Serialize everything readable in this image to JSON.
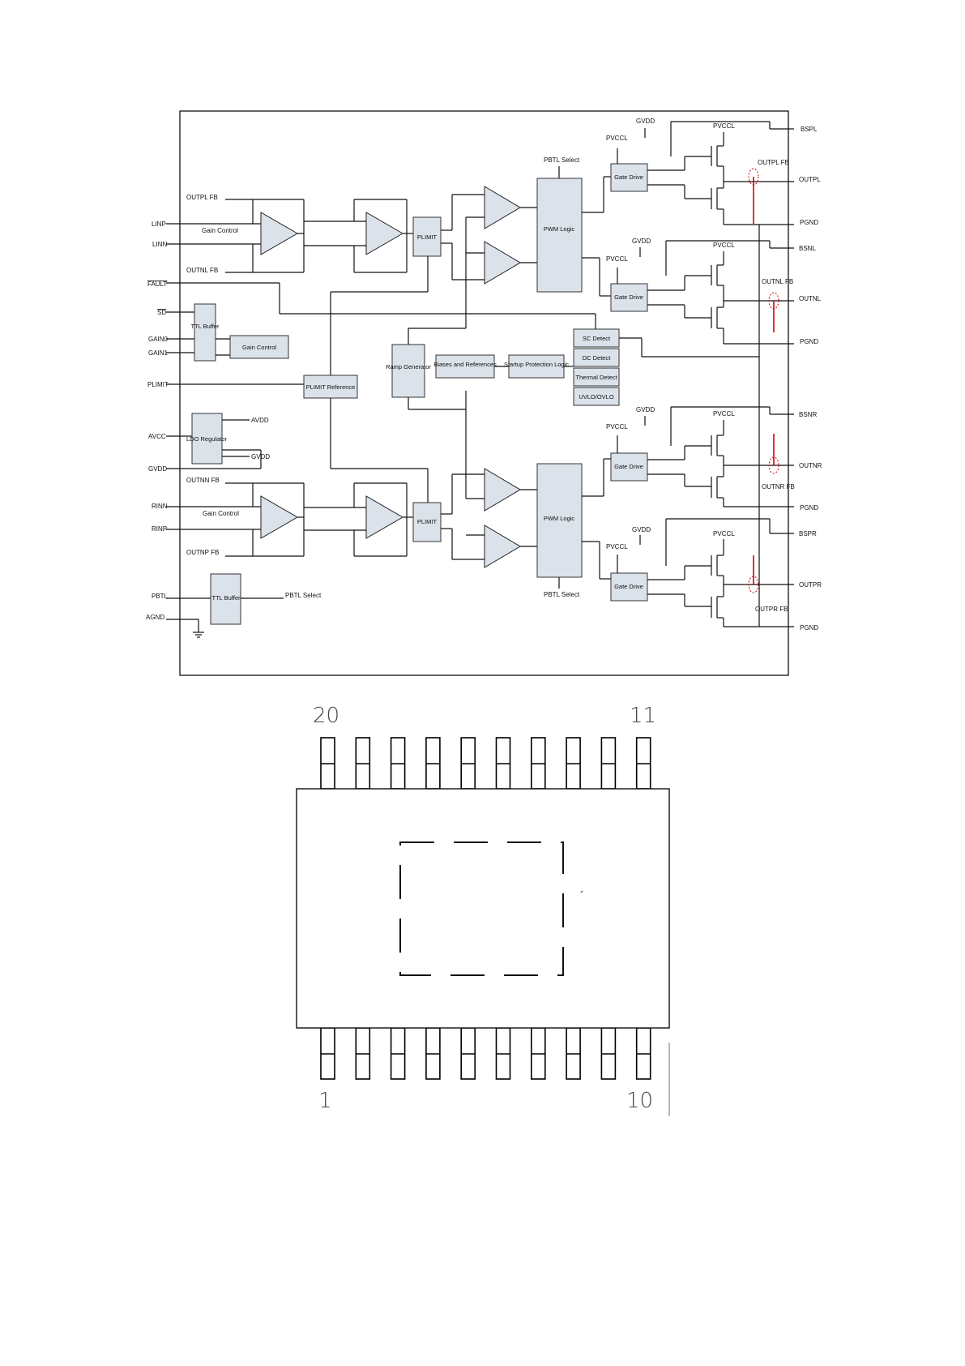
{
  "block_diagram": {
    "left_pins": [
      "OUTPL FB",
      "LINP",
      "Gain Control",
      "LINN",
      "OUTNL FB",
      "FAULT",
      "SD",
      "GAIN0",
      "GAIN1",
      "PLIMIT",
      "AVCC",
      "GVDD",
      "OUTNN FB",
      "RINN",
      "Gain Control",
      "RINP",
      "OUTNP FB",
      "PBTL",
      "AGND"
    ],
    "right_pins": [
      "BSPL",
      "OUTPL",
      "PGND",
      "BSNL",
      "OUTNL",
      "PGND",
      "BSNR",
      "OUTNR",
      "PGND",
      "BSPR",
      "OUTPR",
      "PGND"
    ],
    "blocks": {
      "ttl_buffer_1": "TTL Buffer",
      "gain_control": "Gain Control",
      "plimit_reference": "PLIMIT Reference",
      "ldo_regulator": "LDO Regulator",
      "ttl_buffer_2": "TTL Buffer",
      "plimit_top": "PLIMIT",
      "plimit_bottom": "PLIMIT",
      "ramp_generator": "Ramp Generator",
      "biases": "Biases and References",
      "startup": "Startup Protection Logic",
      "sc_detect": "SC Detect",
      "dc_detect": "DC Detect",
      "thermal": "Thermal Detect",
      "uvlo": "UVLO/OVLO",
      "pwm_top": "PWM Logic",
      "pwm_bottom": "PWM Logic",
      "gate_drive": "Gate Drive"
    },
    "inner_labels": {
      "pbtl_select": "PBTL Select",
      "pvccl": "PVCCL",
      "gvdd": "GVDD",
      "avdd": "AVDD",
      "gvdd_out": "GVDD",
      "pbtl_select_out": "PBTL Select",
      "outpl_fb": "OUTPL FB",
      "outnl_fb": "OUTNL FB",
      "outnr_fb": "OUTNR FB",
      "outpr_fb": "OUTPR FB"
    }
  },
  "package": {
    "pin_top_left": "20",
    "pin_top_right": "11",
    "pin_bottom_left": "1",
    "pin_bottom_right": "10",
    "pin_count_per_side": 10
  },
  "colors": {
    "block_fill": "#dbe2ea",
    "highlight": "#d40000"
  }
}
